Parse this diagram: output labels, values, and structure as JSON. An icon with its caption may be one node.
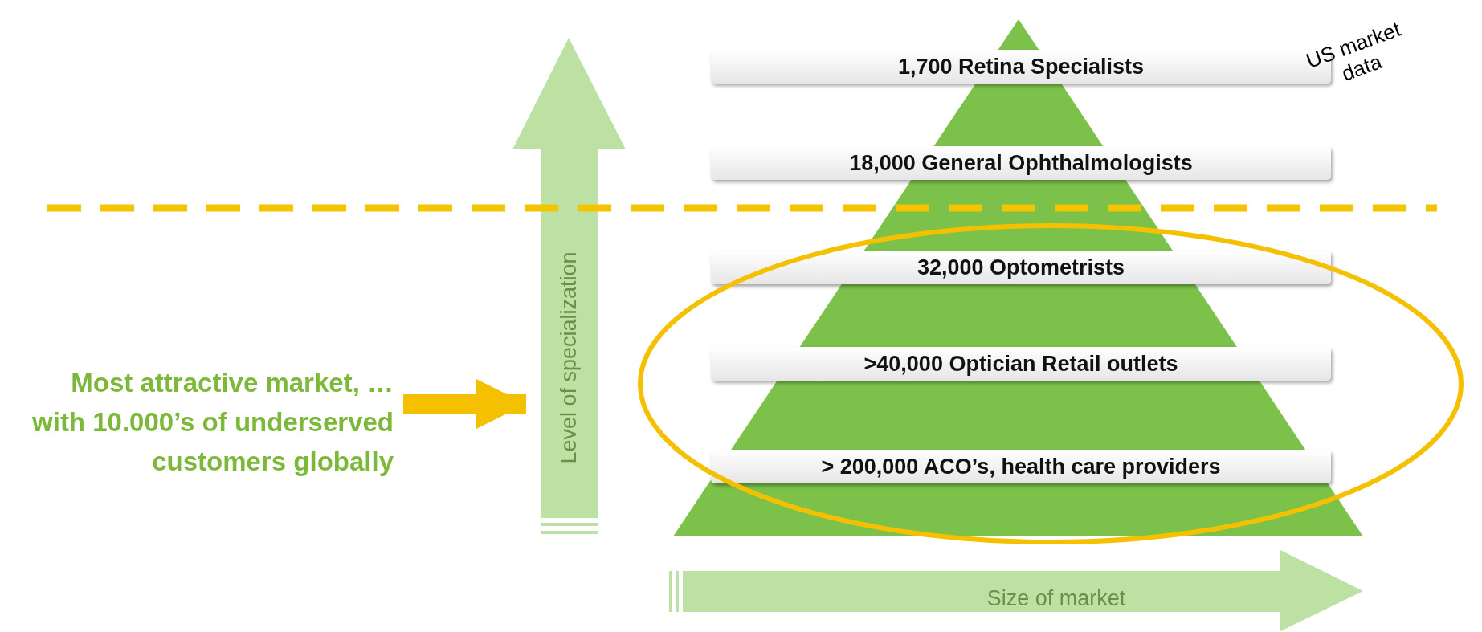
{
  "diagram": {
    "nodes": [
      {
        "text": [
          "Level of specialization"
        ]
      },
      {
        "text": [
          "1,700 Retina Specialists"
        ]
      },
      {
        "text": [
          "18,000 General Ophthalmologists"
        ]
      },
      {
        "text": [
          "32,000 Optometrists"
        ]
      },
      {
        "text": [
          ">40,000 Optician Retail outlets"
        ]
      },
      {
        "text": [
          "> 200,000 ACO’s, health care providers"
        ]
      },
      {
        "text": [
          "Size of market"
        ]
      },
      {
        "text": [
          "Most attractive market, …  with 10.000’s of underserved  customers globally"
        ]
      }
    ],
    "edges": [
      {
        "from": 7,
        "to": 0,
        "arrow": "to"
      }
    ],
    "labels": [
      "US market data"
    ]
  }
}
